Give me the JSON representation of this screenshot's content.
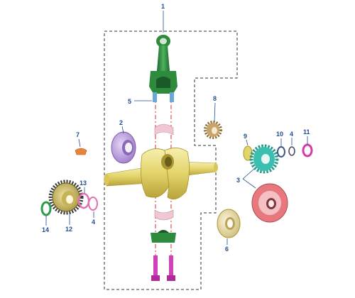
{
  "diagram": {
    "callouts": [
      {
        "id": "1",
        "label": "1"
      },
      {
        "id": "2",
        "label": "2"
      },
      {
        "id": "3",
        "label": "3"
      },
      {
        "id": "4a",
        "label": "4"
      },
      {
        "id": "4b",
        "label": "4"
      },
      {
        "id": "5",
        "label": "5"
      },
      {
        "id": "6",
        "label": "6"
      },
      {
        "id": "7",
        "label": "7"
      },
      {
        "id": "8",
        "label": "8"
      },
      {
        "id": "9",
        "label": "9"
      },
      {
        "id": "10",
        "label": "10"
      },
      {
        "id": "11",
        "label": "11"
      },
      {
        "id": "12",
        "label": "12"
      },
      {
        "id": "13",
        "label": "13"
      },
      {
        "id": "14",
        "label": "14"
      }
    ],
    "colors": {
      "callout_text": "#1f4e8f",
      "connecting_rod": "#2e8b3e",
      "crankshaft": "#e3d46a",
      "bearing_purple": "#b89ad8",
      "bearing_cream": "#efe2b0",
      "gear_teal": "#3bbfb0",
      "gear_tan": "#c9a46a",
      "clutch_pink": "#e8787e",
      "washer_magenta": "#d63aa6",
      "washer_pink": "#e070b0",
      "washer_green": "#2e9b4e",
      "bolt_magenta": "#d040b8",
      "center_line_red": "#d9534f"
    }
  }
}
